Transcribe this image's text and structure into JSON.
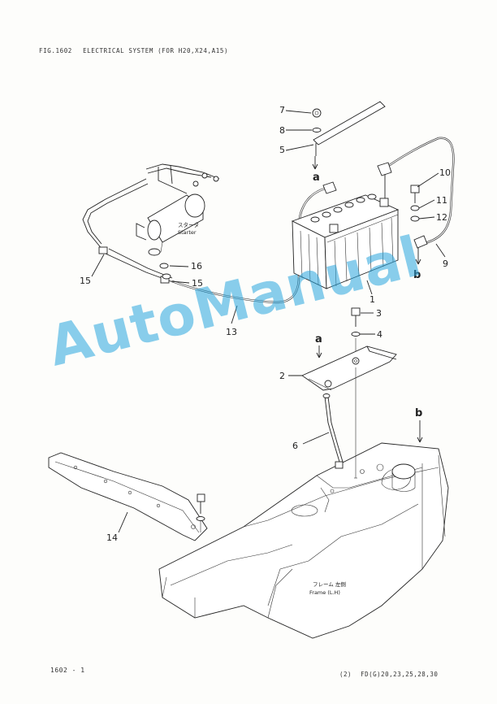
{
  "header": {
    "fig_number": "FIG.1602",
    "title": "ELECTRICAL SYSTEM (FOR H20,X24,A15)"
  },
  "callouts": {
    "c1": "1",
    "c2": "2",
    "c3": "3",
    "c4": "4",
    "c5": "5",
    "c6": "6",
    "c7": "7",
    "c8": "8",
    "c9": "9",
    "c10": "10",
    "c11": "11",
    "c12": "12",
    "c13": "13",
    "c14": "14",
    "c15a": "15",
    "c15b": "15",
    "c16": "16"
  },
  "connection_labels": {
    "a_top": "a",
    "a_mid": "a",
    "b_right": "b",
    "b_lower": "b"
  },
  "annotations": {
    "starter_jp": "スタータ",
    "starter_en": "Starter",
    "frame_jp": "フレーム 左側",
    "frame_en": "Frame (L.H)"
  },
  "watermark": "AutoManual",
  "footer": {
    "page": "1602 - 1",
    "code": "(2)",
    "models": "FD(G)20,23,25,28,30"
  }
}
